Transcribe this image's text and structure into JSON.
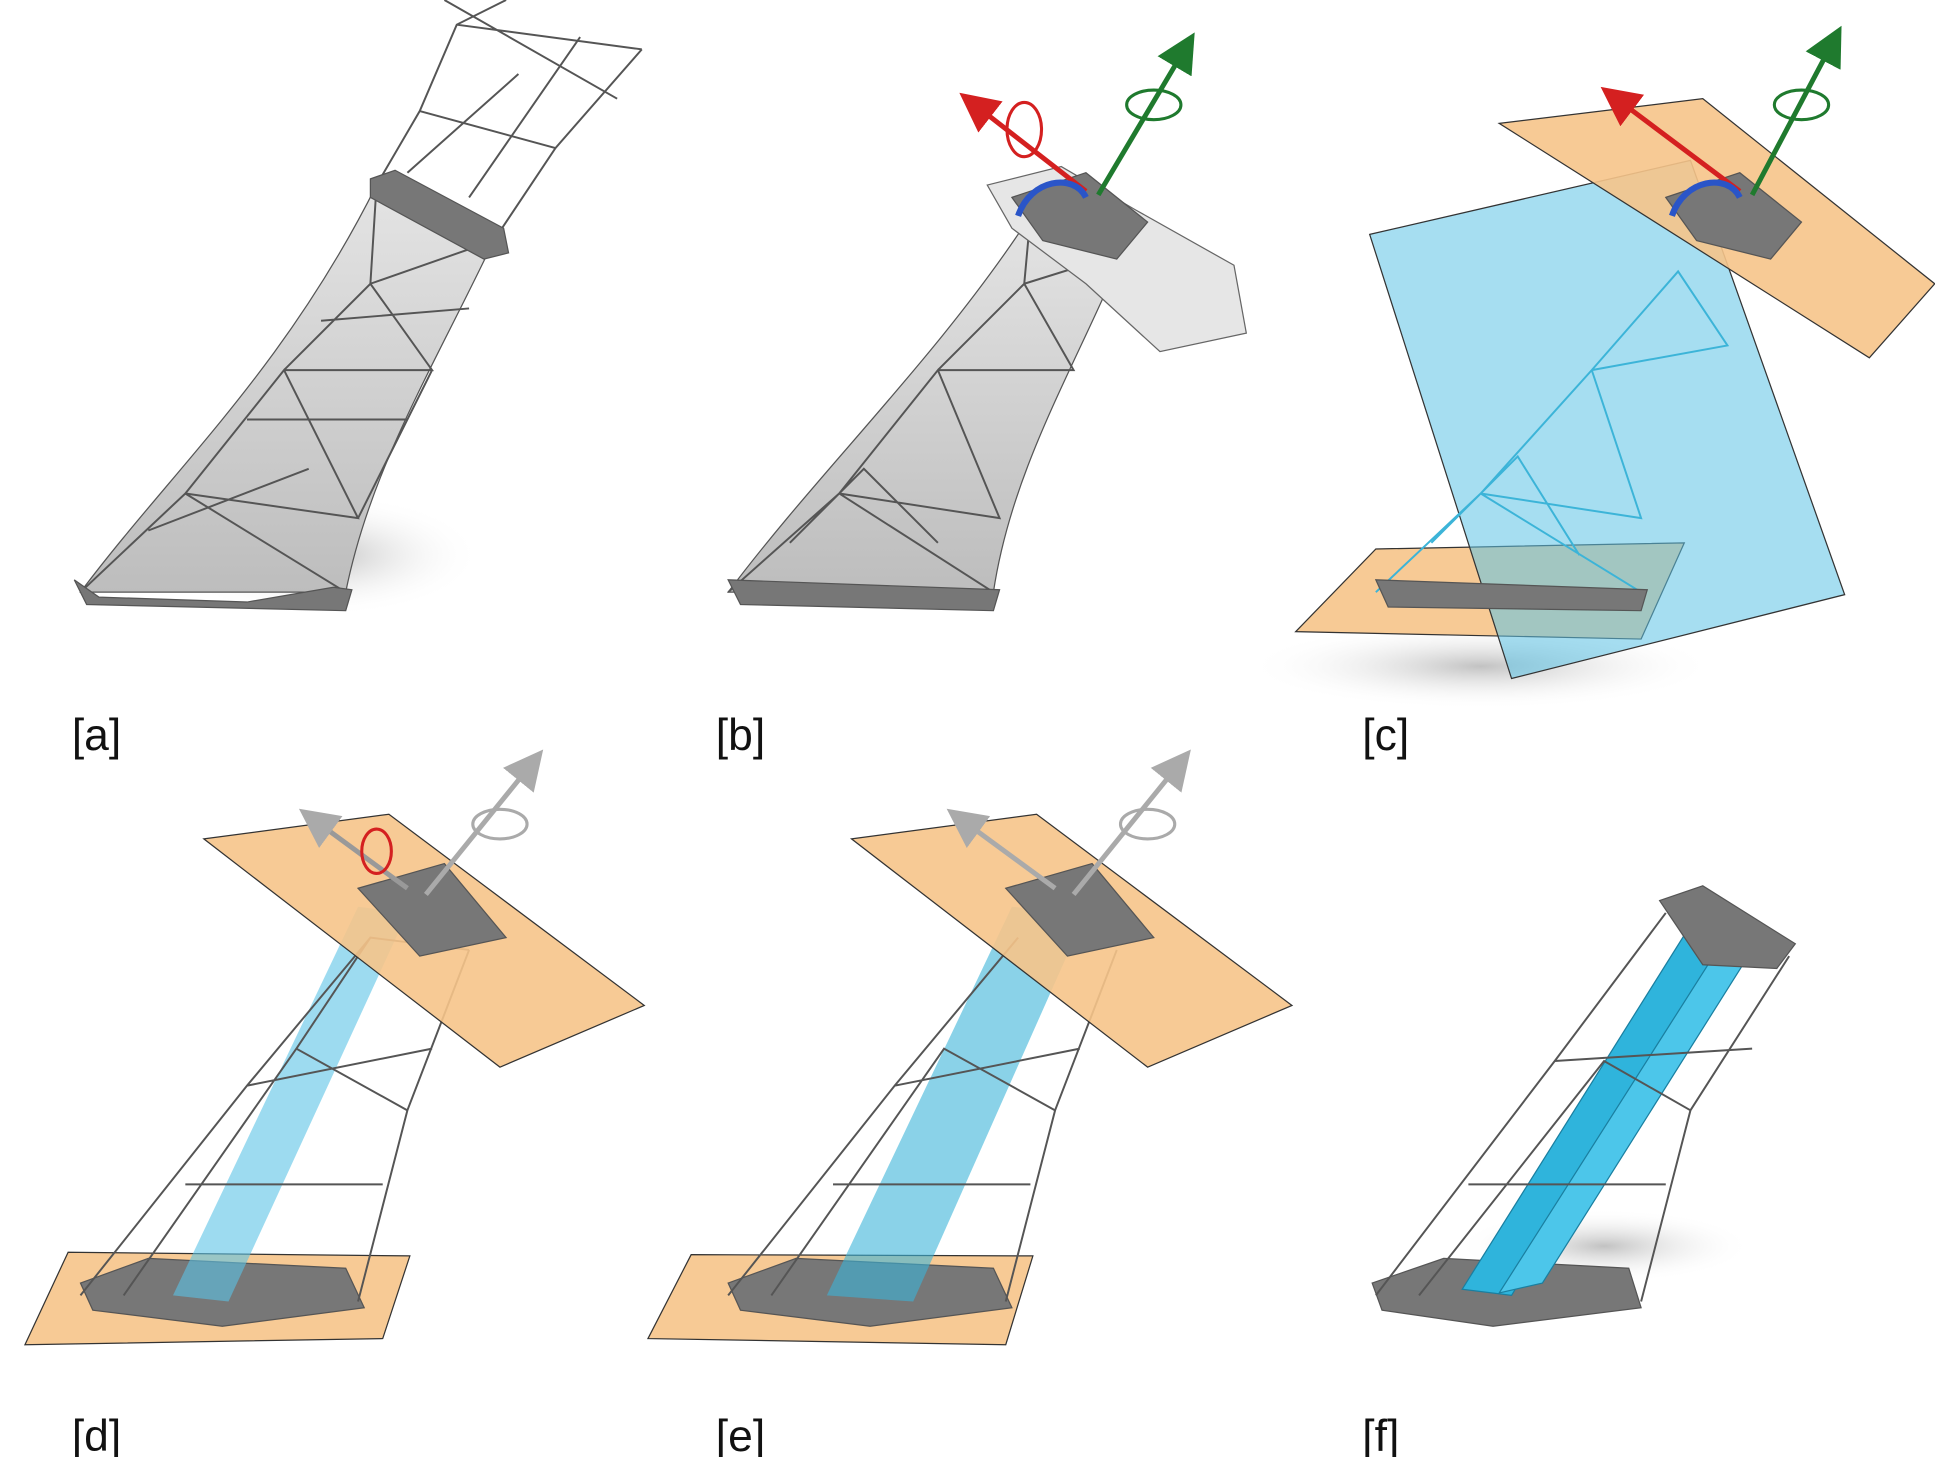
{
  "figure": {
    "panels": [
      {
        "label": "[a]"
      },
      {
        "label": "[b]"
      },
      {
        "label": "[c]"
      },
      {
        "label": "[d]"
      },
      {
        "label": "[e]"
      },
      {
        "label": "[f]"
      }
    ],
    "colors": {
      "orange_plane": "#f6c48a",
      "blue_plane": "#5cc3e6",
      "axis_red": "#d42020",
      "axis_green": "#1f7a2e",
      "axis_blue": "#2a55c8",
      "steel": "#777777"
    }
  }
}
